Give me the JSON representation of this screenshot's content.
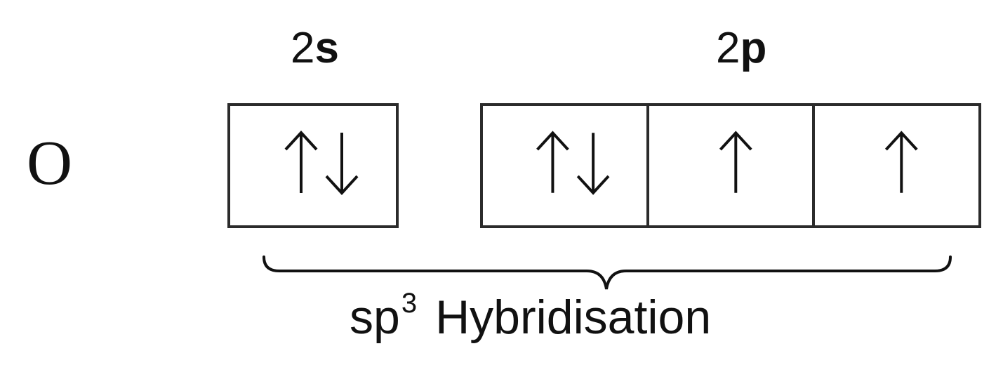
{
  "element_symbol": "O",
  "subshells": [
    {
      "number": "2",
      "letter": "s",
      "orbitals": [
        "updown"
      ]
    },
    {
      "number": "2",
      "letter": "p",
      "orbitals": [
        "updown",
        "up",
        "up"
      ]
    }
  ],
  "hybridisation": {
    "prefix": "sp",
    "superscript": "3",
    "word": "Hybridisation"
  },
  "colors": {
    "stroke": "#2b2b2b",
    "text": "#111111"
  }
}
